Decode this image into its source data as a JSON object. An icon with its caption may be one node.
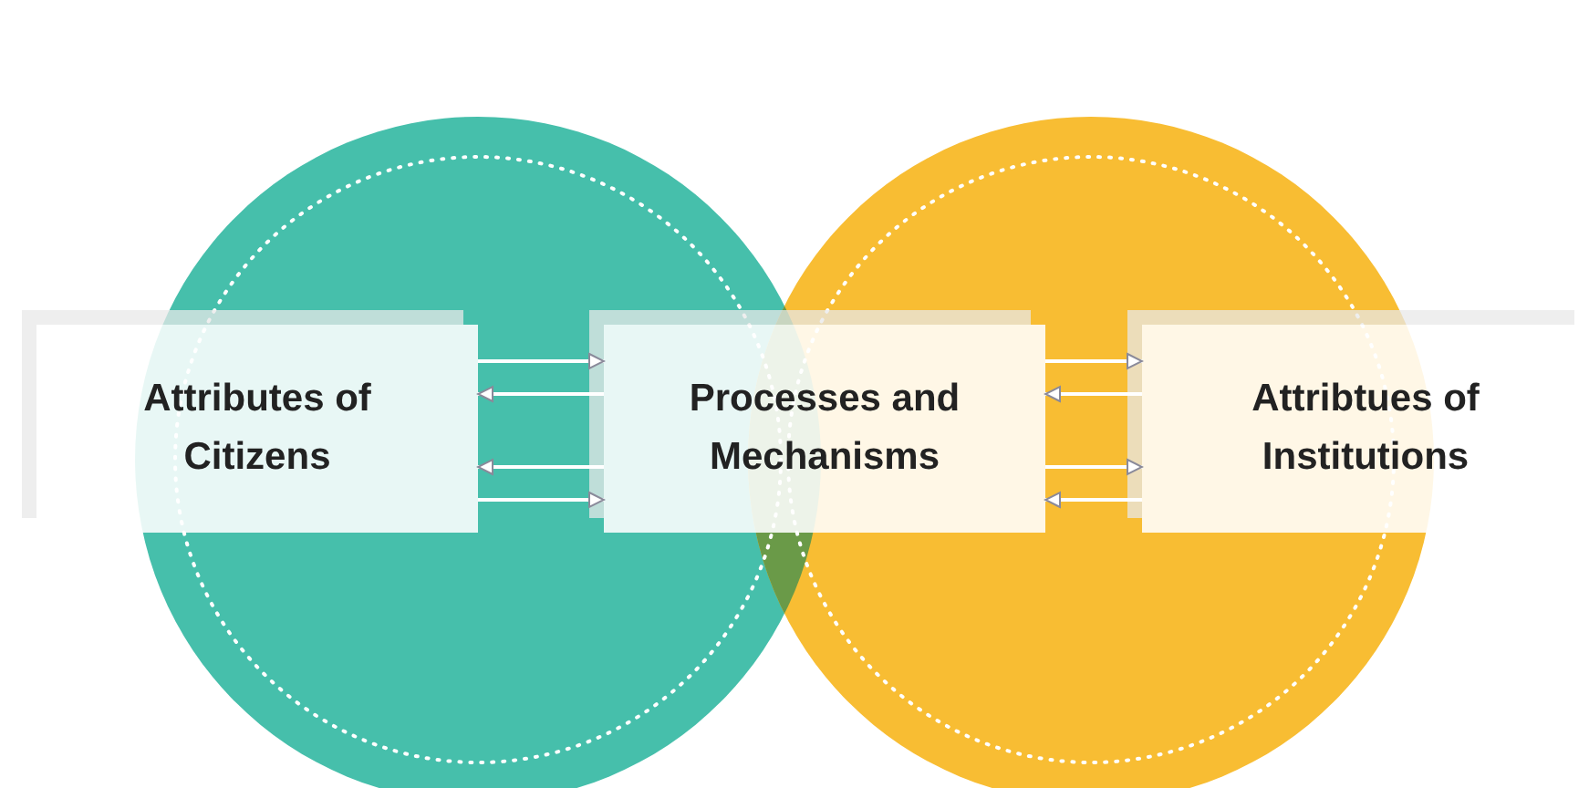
{
  "diagram": {
    "nodes": [
      {
        "text": [
          "Attributes of Citizens"
        ]
      },
      {
        "text": [
          "Processes and Mechanisms"
        ]
      },
      {
        "text": [
          "Attribtues of Institutions"
        ]
      }
    ],
    "edges": [
      {
        "from": 0,
        "to": 1,
        "arrow": "to"
      },
      {
        "from": 1,
        "to": 0,
        "arrow": "to"
      },
      {
        "from": 1,
        "to": 2,
        "arrow": "to"
      },
      {
        "from": 2,
        "to": 1,
        "arrow": "to"
      },
      {
        "from": 1,
        "to": 0,
        "arrow": "to"
      },
      {
        "from": 0,
        "to": 1,
        "arrow": "to"
      },
      {
        "from": 1,
        "to": 2,
        "arrow": "to"
      },
      {
        "from": 2,
        "to": 1,
        "arrow": "to"
      }
    ]
  }
}
